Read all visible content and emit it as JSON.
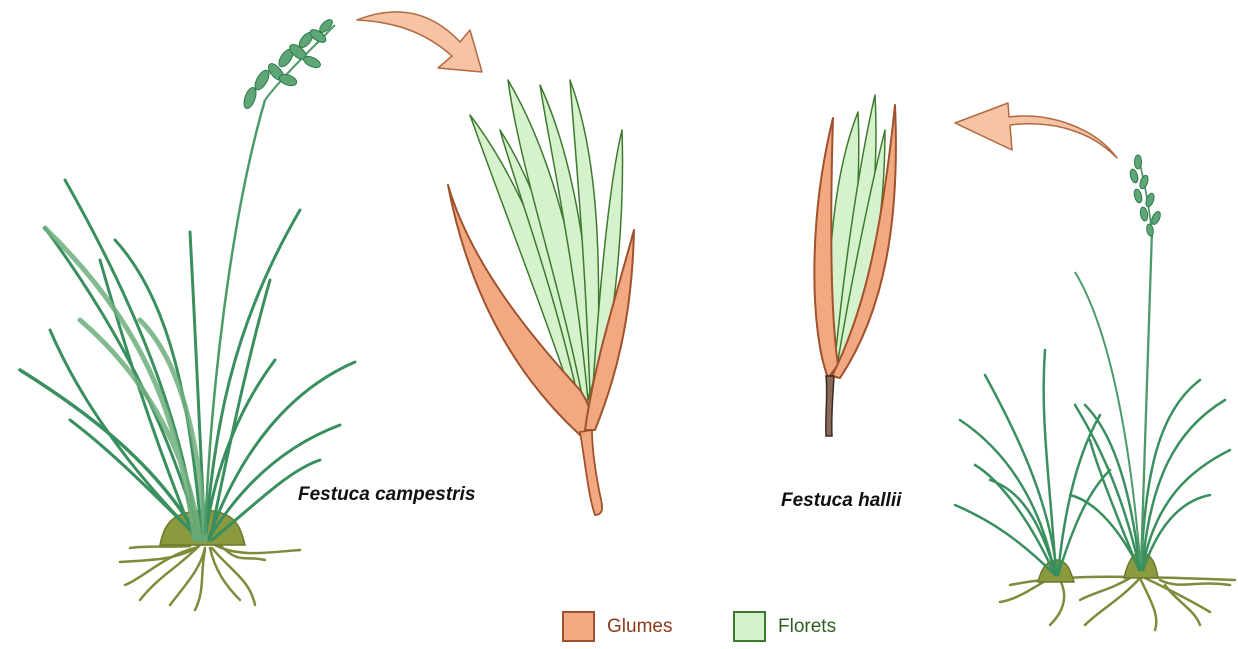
{
  "species": {
    "left_name": "Festuca campestris",
    "right_name": "Festuca hallii"
  },
  "legend": {
    "items": [
      {
        "label": "Glumes",
        "fill": "#f2a881",
        "stroke": "#a0522d",
        "text_color": "#8b3a1a"
      },
      {
        "label": "Florets",
        "fill": "#d5f2cc",
        "stroke": "#3d7a2e",
        "text_color": "#2f5f22"
      }
    ]
  },
  "colors": {
    "grass": "#3a8f5f",
    "grass_dark": "#2b7a4b",
    "grass_light": "#6fae7c",
    "root": "#7d8b3a",
    "arrow_fill": "#f7c3a5",
    "arrow_stroke": "#b06a42"
  }
}
